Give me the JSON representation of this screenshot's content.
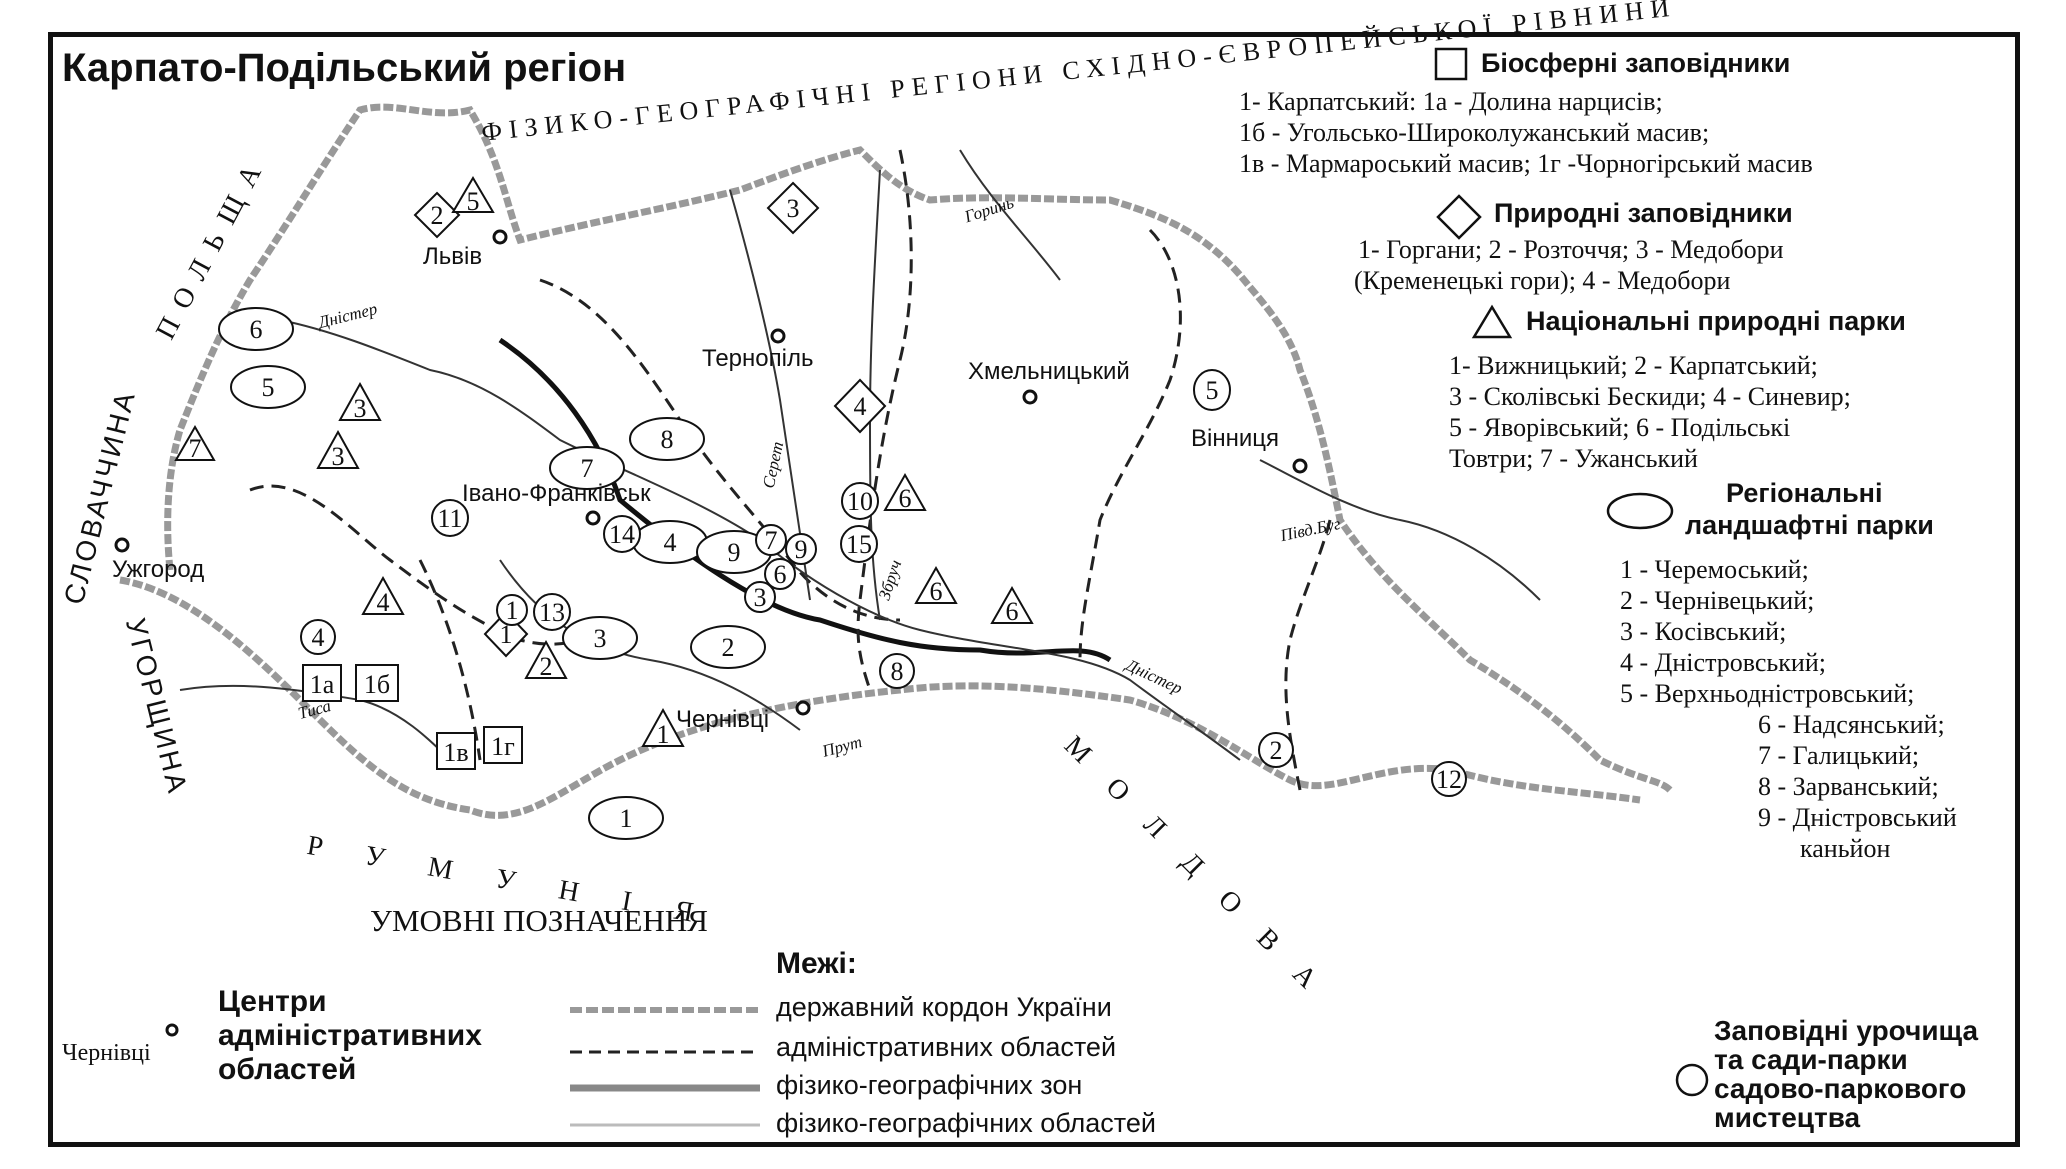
{
  "map_title": "Карпато-Подільський регіон",
  "legend_right": {
    "biosphere": {
      "heading": "Біосферні заповідники",
      "lines": [
        "1- Карпатський: 1а - Долина нарцисів;",
        "1б - Угольсько-Широколужанський масив;",
        "1в - Мармароський масив; 1г -Чорногірський масив"
      ]
    },
    "nature": {
      "heading": "Природні заповідники",
      "lines": [
        "1- Горгани; 2 - Розточчя; 3 - Медобори",
        "(Кременецькі гори); 4 - Медобори"
      ]
    },
    "national": {
      "heading": "Національні природні парки",
      "lines": [
        "1- Вижницький; 2 - Карпатський;",
        "3 - Сколівські Бескиди; 4 - Синевир;",
        "5 - Яворівський; 6 - Подільські",
        "Товтри; 7 - Ужанський"
      ]
    },
    "regional": {
      "heading_1": "Регіональні",
      "heading_2": "ландшафтні парки",
      "lines": [
        "1 - Черемоський;",
        "2 - Чернівецький;",
        "3 - Косівський;",
        "4 - Дністровський;",
        "5 - Верхньодністровський;",
        "6 - Надсянський;",
        "7 - Галицький;",
        "8 - Зарванський;",
        "9 - Дністровський",
        "каньйон"
      ]
    }
  },
  "region_labels": {
    "physgeo_arc": "ФІЗИКО-ГЕОГРАФІЧНІ РЕГІОНИ СХІДНО-ЄВРОПЕЙСЬКОЇ РІВНИНИ",
    "poland": "ПОЛЬЩА",
    "slovakia": "СЛОВАЧЧИНА",
    "hungary": "УГОРЩИНА",
    "romania": "РУМУНІЯ",
    "moldova": "МОЛДОВА"
  },
  "cities": [
    "Львів",
    "Тернопіль",
    "Хмельницький",
    "Вінниця",
    "Івано-Франківськ",
    "Ужгород",
    "Чернівці"
  ],
  "rivers": [
    "Дністер",
    "Горинь",
    "Серет",
    "Збруч",
    "Півд.Буг",
    "Тиса",
    "Прут",
    "Дністер"
  ],
  "map_marks": {
    "squares": [
      "1а",
      "1б",
      "1в",
      "1г"
    ],
    "diamonds": [
      "2",
      "3",
      "4",
      "1"
    ],
    "triangles": [
      "5",
      "3",
      "3",
      "7",
      "4",
      "2",
      "1",
      "6",
      "6",
      "6"
    ],
    "ellipses": [
      "6",
      "5",
      "8",
      "7",
      "4",
      "9",
      "3",
      "2",
      "1",
      "5"
    ],
    "circles": [
      "11",
      "14",
      "7",
      "9",
      "6",
      "3",
      "10",
      "15",
      "1",
      "13",
      "4",
      "8",
      "2",
      "12"
    ]
  },
  "bottom_legend": {
    "heading": "УМОВНІ ПОЗНАЧЕННЯ",
    "sample_city": "Чернівці",
    "centers": "Центри адміністративних областей",
    "bounds_heading": "Межі:",
    "bounds": [
      "державний кордон України",
      "адміністративних областей",
      "фізико-географічних зон",
      "фізико-географічних областей"
    ],
    "reserves": "Заповідні урочища та сади-парки садово-паркового мистецтва"
  }
}
